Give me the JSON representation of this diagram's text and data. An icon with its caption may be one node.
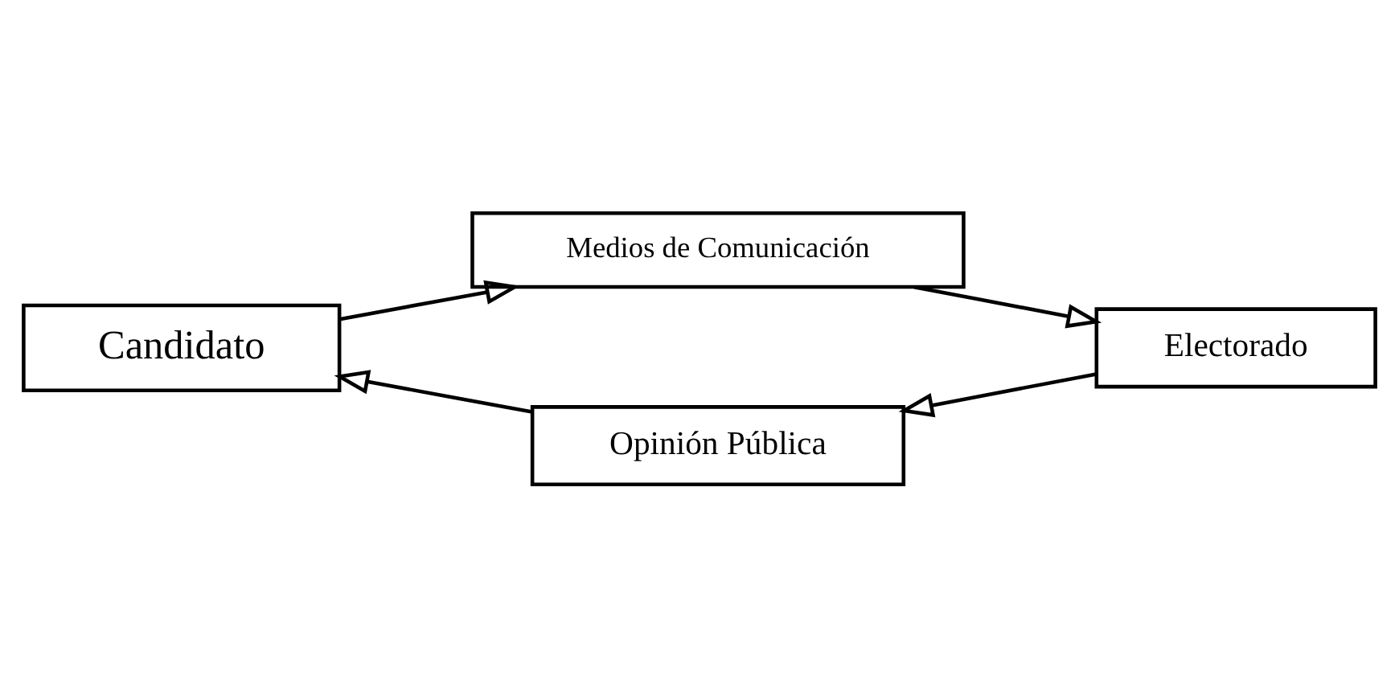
{
  "diagram": {
    "nodes": [
      {
        "text": [
          "Candidato"
        ]
      },
      {
        "text": [
          "Medios de Comunicación"
        ]
      },
      {
        "text": [
          "Electorado"
        ]
      },
      {
        "text": [
          "Opinión Pública"
        ]
      }
    ],
    "edges": [
      {
        "from": 0,
        "to": 1,
        "arrow": "to"
      },
      {
        "from": 1,
        "to": 2,
        "arrow": "to"
      },
      {
        "from": 2,
        "to": 3,
        "arrow": "to"
      },
      {
        "from": 3,
        "to": 0,
        "arrow": "to"
      }
    ]
  }
}
